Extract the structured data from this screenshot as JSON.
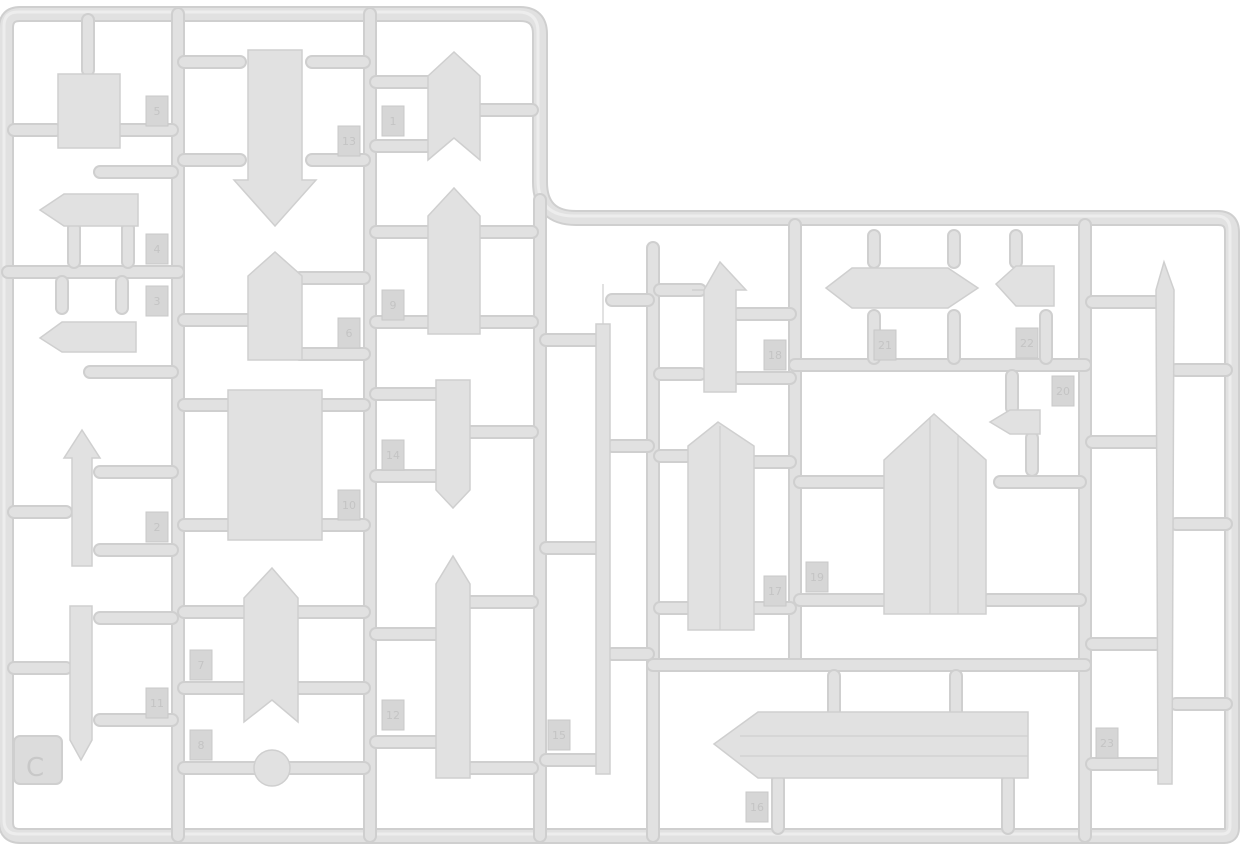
{
  "scene": {
    "subject": "sprue",
    "colors": {
      "background": "#ffffff",
      "plastic": "#e1e1e1",
      "plastic_shadow": "#cfcfcf",
      "plastic_light": "#ededed",
      "tag": "#d6d6d6"
    }
  },
  "sprue_letter": "C",
  "part_numbers": [
    "5",
    "13",
    "1",
    "4",
    "3",
    "2",
    "11",
    "6",
    "7",
    "8",
    "10",
    "9",
    "12",
    "14",
    "15",
    "16",
    "17",
    "18",
    "19",
    "20",
    "21",
    "22",
    "23"
  ],
  "parts": [
    {
      "id": "p5",
      "shape": "panel"
    },
    {
      "id": "p4",
      "shape": "arrow-left"
    },
    {
      "id": "p3",
      "shape": "arrow-left"
    },
    {
      "id": "p2",
      "shape": "arrow-up"
    },
    {
      "id": "p1",
      "shape": "post"
    },
    {
      "id": "p13",
      "shape": "arrow-down"
    },
    {
      "id": "p6",
      "shape": "arrow-up"
    },
    {
      "id": "p10",
      "shape": "panel"
    },
    {
      "id": "p7",
      "shape": "double-arrow"
    },
    {
      "id": "p8",
      "shape": "disc"
    },
    {
      "id": "p9",
      "shape": "arrow-up-notched"
    },
    {
      "id": "p11",
      "shape": "arrow-up"
    },
    {
      "id": "p12",
      "shape": "arrow-down"
    },
    {
      "id": "p14",
      "shape": "arrow-up"
    },
    {
      "id": "p15",
      "shape": "post"
    },
    {
      "id": "p16",
      "shape": "arrow-left-board"
    },
    {
      "id": "p17",
      "shape": "arrow-up-board"
    },
    {
      "id": "p18",
      "shape": "arrow-up"
    },
    {
      "id": "p19",
      "shape": "arrow-up-board"
    },
    {
      "id": "p20",
      "shape": "arrow-left-small"
    },
    {
      "id": "p21",
      "shape": "double-arrow-left"
    },
    {
      "id": "p22",
      "shape": "arrow-left"
    },
    {
      "id": "p23",
      "shape": "post"
    }
  ]
}
